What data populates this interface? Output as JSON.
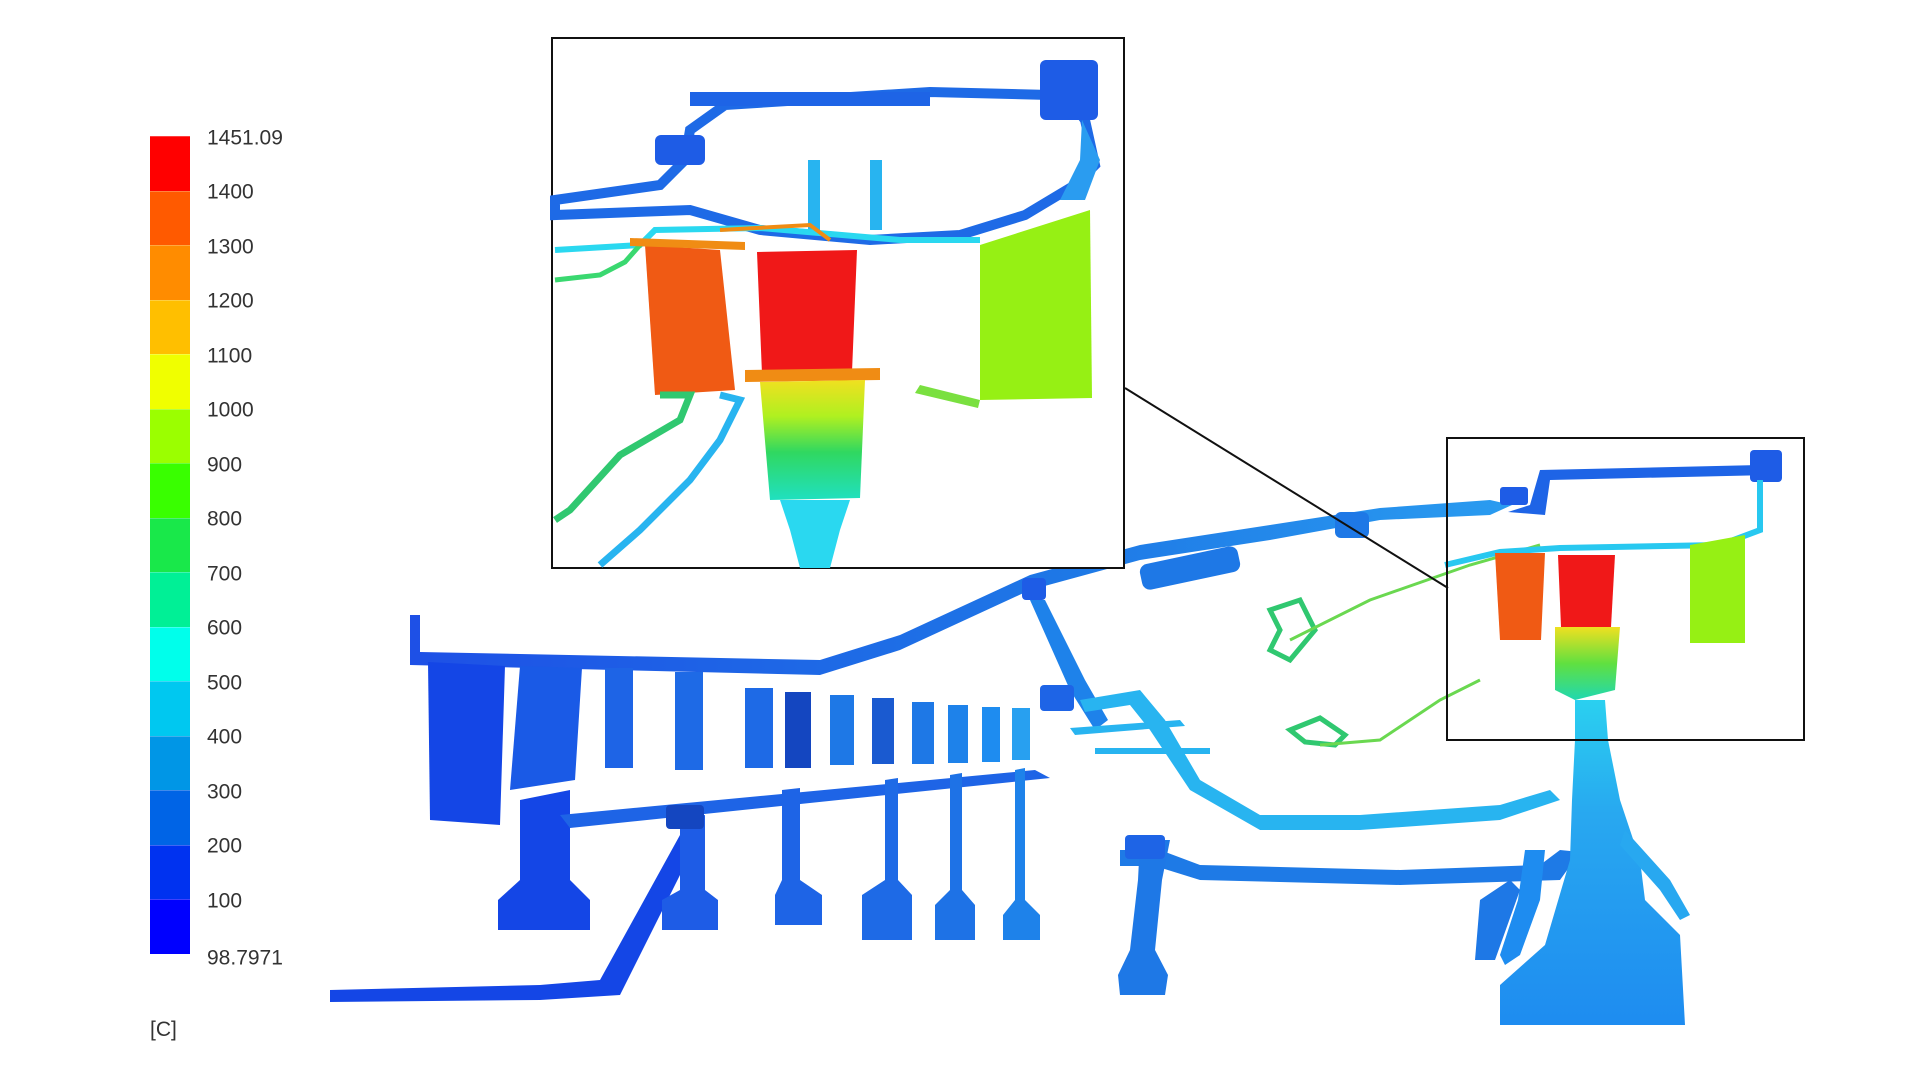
{
  "legend": {
    "unit": "[C]",
    "max_label": "1451.09",
    "min_label": "98.7971",
    "tick_labels": [
      "1400",
      "1300",
      "1200",
      "1100",
      "1000",
      "900",
      "800",
      "700",
      "600",
      "500",
      "400",
      "300",
      "200",
      "100"
    ],
    "colors": [
      "#ff0000",
      "#ff5a00",
      "#ff8c00",
      "#ffbf00",
      "#f0ff00",
      "#9bff00",
      "#39ff00",
      "#19e84a",
      "#00f096",
      "#00ffeb",
      "#00c8f0",
      "#0096e6",
      "#0064e6",
      "#0032f0",
      "#0000ff"
    ]
  },
  "diagram": {
    "colors": {
      "hot": "#f01818",
      "stator1": "#f05a14",
      "stator2": "#96f014",
      "root_warm": "#f0d020",
      "fan": "#1446e6",
      "compressor": "#1e64e6",
      "shaft": "#1e78e6",
      "cool": "#28b4f0",
      "cyan": "#2ad8f0",
      "green_line": "#7ae040"
    }
  }
}
